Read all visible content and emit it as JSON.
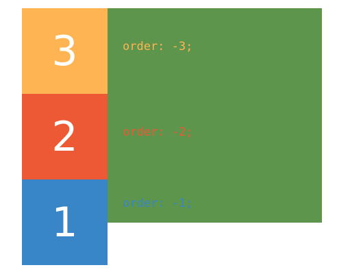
{
  "items": [
    {
      "number": "3",
      "code": "order: -3;",
      "color": "#ffb454"
    },
    {
      "number": "2",
      "code": "order: -2;",
      "color": "#ee5935"
    },
    {
      "number": "1",
      "code": "order: -1;",
      "color": "#3886c8"
    }
  ],
  "panel": {
    "color": "#5c954b"
  }
}
